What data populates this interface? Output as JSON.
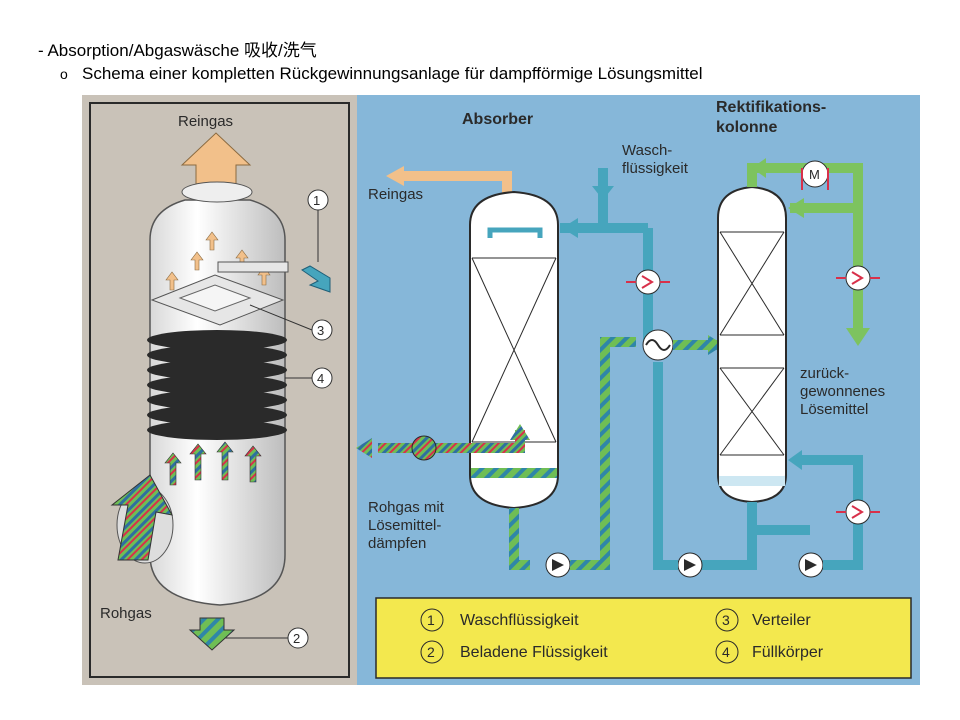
{
  "slide": {
    "bullet_level1": "- Absorption/Abgaswäsche 吸收/洗气",
    "bullet_level2_marker": "o",
    "bullet_level2": "Schema einer kompletten Rückgewinnungsanlage für dampfförmige Lösungsmittel"
  },
  "figure": {
    "left_panel": {
      "top_label": "Reingas",
      "bottom_label": "Rohgas",
      "callouts": [
        "1",
        "2",
        "3",
        "4"
      ]
    },
    "right_panel": {
      "absorber_title": "Absorber",
      "column_title_line1": "Rektifikations-",
      "column_title_line2": "kolonne",
      "wash_line1": "Wasch-",
      "wash_line2": "flüssigkeit",
      "reingas": "Reingas",
      "rohgas_line1": "Rohgas mit",
      "rohgas_line2": "Lösemittel-",
      "rohgas_line3": "dämpfen",
      "recovered_line1": "zurück-",
      "recovered_line2": "gewonnenes",
      "recovered_line3": "Lösemittel",
      "motor_symbol": "M"
    },
    "legend": {
      "items": [
        {
          "num": "1",
          "text": "Waschflüssigkeit"
        },
        {
          "num": "2",
          "text": "Beladene Flüssigkeit"
        },
        {
          "num": "3",
          "text": "Verteiler"
        },
        {
          "num": "4",
          "text": "Füllkörper"
        }
      ]
    },
    "colors": {
      "left_bg": "#c9c2b8",
      "right_bg": "#86b7d9",
      "legend_bg": "#f3e84e",
      "wash_pipe": "#46a5bd",
      "recovered_pipe": "#7dc35f",
      "reingas_arrow": "#f2c08a",
      "hx_red": "#d8304a"
    }
  }
}
